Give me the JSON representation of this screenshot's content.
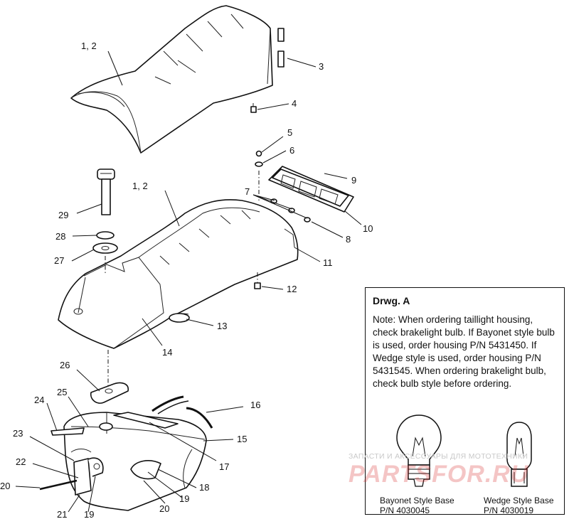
{
  "callouts": {
    "c1": "1, 2",
    "c3": "3",
    "c4": "4",
    "c5": "5",
    "c6": "6",
    "c12b": "1, 2",
    "c7": "7",
    "c8": "8",
    "c9": "9",
    "c10": "10",
    "c11": "11",
    "c12": "12",
    "c13": "13",
    "c14": "14",
    "c15": "15",
    "c16": "16",
    "c17": "17",
    "c18": "18",
    "c19a": "19",
    "c19b": "19",
    "c20a": "20",
    "c20b": "20",
    "c21": "21",
    "c22": "22",
    "c23": "23",
    "c24": "24",
    "c25": "25",
    "c26": "26",
    "c27": "27",
    "c28": "28",
    "c29": "29"
  },
  "note": {
    "title": "Drwg. A",
    "text": "Note: When ordering taillight housing, check brakelight bulb.  If Bayonet style bulb is  used, order housing P/N 5431450.  If Wedge style is used, order housing P/N 5431545.  When ordering brakelight bulb, check bulb style before ordering.",
    "bayonet_label": "Bayonet Style Base",
    "bayonet_pn": "P/N 4030045",
    "wedge_label": "Wedge Style Base",
    "wedge_pn": "P/N 4030019"
  },
  "watermark": {
    "line1": "ЗАПАСТИ И АКСЕССУАРЫ ДЛЯ МОТОТЕХНИКИ",
    "line2": "PARTSFOR.RU"
  }
}
